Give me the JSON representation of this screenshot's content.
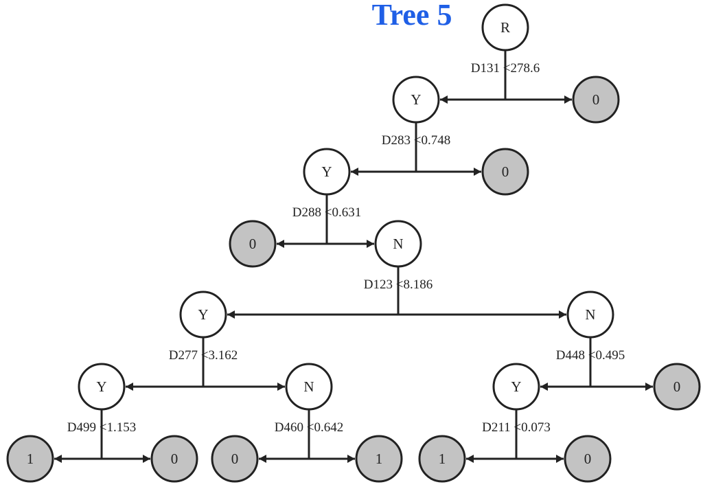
{
  "title": "Tree 5",
  "colors": {
    "title": "#1f5fe6",
    "internal_node_fill": "#ffffff",
    "leaf_node_fill": "#c3c3c3",
    "stroke": "#222222"
  },
  "nodes": [
    {
      "id": "r",
      "label": "R",
      "kind": "internal"
    },
    {
      "id": "n1",
      "label": "Y",
      "kind": "internal"
    },
    {
      "id": "l1",
      "label": "0",
      "kind": "leaf"
    },
    {
      "id": "n2",
      "label": "Y",
      "kind": "internal"
    },
    {
      "id": "l2",
      "label": "0",
      "kind": "leaf"
    },
    {
      "id": "l3",
      "label": "0",
      "kind": "leaf"
    },
    {
      "id": "n3",
      "label": "N",
      "kind": "internal"
    },
    {
      "id": "n4",
      "label": "Y",
      "kind": "internal"
    },
    {
      "id": "n5",
      "label": "N",
      "kind": "internal"
    },
    {
      "id": "n6",
      "label": "Y",
      "kind": "internal"
    },
    {
      "id": "n7",
      "label": "N",
      "kind": "internal"
    },
    {
      "id": "n8",
      "label": "Y",
      "kind": "internal"
    },
    {
      "id": "l4",
      "label": "0",
      "kind": "leaf"
    },
    {
      "id": "l5",
      "label": "1",
      "kind": "leaf"
    },
    {
      "id": "l6",
      "label": "0",
      "kind": "leaf"
    },
    {
      "id": "l7",
      "label": "0",
      "kind": "leaf"
    },
    {
      "id": "l8",
      "label": "1",
      "kind": "leaf"
    },
    {
      "id": "l9",
      "label": "1",
      "kind": "leaf"
    },
    {
      "id": "l10",
      "label": "0",
      "kind": "leaf"
    }
  ],
  "splits": [
    {
      "parent": "r",
      "condition": "D131 <278.6",
      "left": "n1",
      "right": "l1"
    },
    {
      "parent": "n1",
      "condition": "D283 <0.748",
      "left": "n2",
      "right": "l2"
    },
    {
      "parent": "n2",
      "condition": "D288 <0.631",
      "left": "l3",
      "right": "n3"
    },
    {
      "parent": "n3",
      "condition": "D123 <8.186",
      "left": "n4",
      "right": "n5"
    },
    {
      "parent": "n4",
      "condition": "D277 <3.162",
      "left": "n6",
      "right": "n7"
    },
    {
      "parent": "n5",
      "condition": "D448 <0.495",
      "left": "n8",
      "right": "l4"
    },
    {
      "parent": "n6",
      "condition": "D499 <1.153",
      "left": "l5",
      "right": "l6"
    },
    {
      "parent": "n7",
      "condition": "D460 <0.642",
      "left": "l7",
      "right": "l8"
    },
    {
      "parent": "n8",
      "condition": "D211 <0.073",
      "left": "l9",
      "right": "l10"
    }
  ]
}
